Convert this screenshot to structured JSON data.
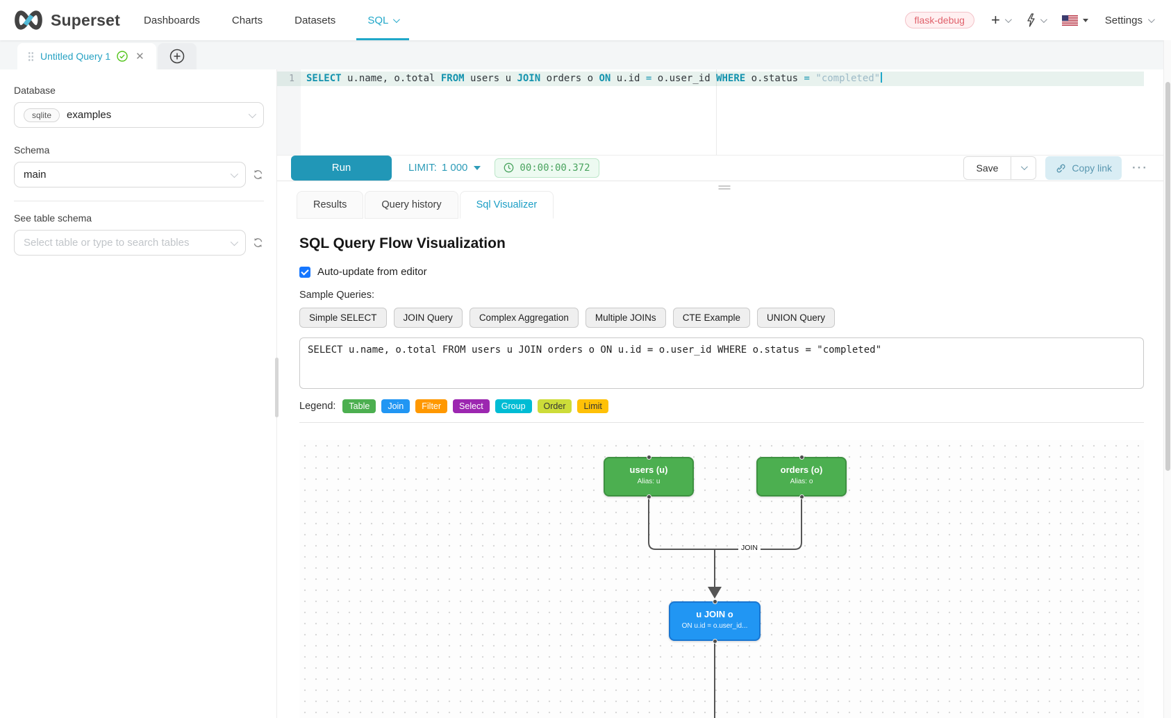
{
  "navbar": {
    "brand": "Superset",
    "items": [
      {
        "label": "Dashboards"
      },
      {
        "label": "Charts"
      },
      {
        "label": "Datasets"
      },
      {
        "label": "SQL",
        "active": true
      }
    ],
    "environment_badge": "flask-debug",
    "settings_label": "Settings"
  },
  "query_tabs": {
    "active_tab_title": "Untitled Query 1"
  },
  "sidebar": {
    "database_label": "Database",
    "database_engine_badge": "sqlite",
    "database_value": "examples",
    "schema_label": "Schema",
    "schema_value": "main",
    "table_section_label": "See table schema",
    "table_placeholder": "Select table or type to search tables"
  },
  "editor": {
    "line_number": "1",
    "tokens": [
      {
        "type": "keyword",
        "text": "SELECT"
      },
      {
        "type": "plain",
        "text": " u.name, o.total "
      },
      {
        "type": "keyword",
        "text": "FROM"
      },
      {
        "type": "plain",
        "text": " users u "
      },
      {
        "type": "keyword",
        "text": "JOIN"
      },
      {
        "type": "plain",
        "text": " orders o "
      },
      {
        "type": "keyword",
        "text": "ON"
      },
      {
        "type": "plain",
        "text": " u.id "
      },
      {
        "type": "operator",
        "text": "="
      },
      {
        "type": "plain",
        "text": " o.user_id "
      },
      {
        "type": "keyword",
        "text": "WHERE"
      },
      {
        "type": "plain",
        "text": " o.status "
      },
      {
        "type": "operator",
        "text": "="
      },
      {
        "type": "plain",
        "text": " "
      },
      {
        "type": "string",
        "text": "\"completed\""
      }
    ]
  },
  "toolbar": {
    "run_label": "Run",
    "limit_label": "LIMIT:",
    "limit_value": "1 000",
    "elapsed_time": "00:00:00.372",
    "save_label": "Save",
    "copy_link_label": "Copy link"
  },
  "south": {
    "tabs": [
      {
        "label": "Results"
      },
      {
        "label": "Query history"
      },
      {
        "label": "Sql Visualizer",
        "active": true
      }
    ]
  },
  "visualizer": {
    "title": "SQL Query Flow Visualization",
    "auto_update_label": "Auto-update from editor",
    "auto_update_checked": true,
    "sample_queries_label": "Sample Queries:",
    "sample_queries": [
      "Simple SELECT",
      "JOIN Query",
      "Complex Aggregation",
      "Multiple JOINs",
      "CTE Example",
      "UNION Query"
    ],
    "query_text": "SELECT u.name, o.total FROM users u JOIN orders o ON u.id = o.user_id WHERE o.status = \"completed\"",
    "legend_label": "Legend:",
    "legend": [
      {
        "label": "Table",
        "color": "#4caf50"
      },
      {
        "label": "Join",
        "color": "#2196f3"
      },
      {
        "label": "Filter",
        "color": "#ff9800"
      },
      {
        "label": "Select",
        "color": "#9c27b0"
      },
      {
        "label": "Group",
        "color": "#00bcd4"
      },
      {
        "label": "Order",
        "color": "#cddc39"
      },
      {
        "label": "Limit",
        "color": "#ffc107"
      }
    ],
    "flow": {
      "nodes": [
        {
          "id": "users",
          "title": "users (u)",
          "subtitle": "Alias: u",
          "color": "#4caf50"
        },
        {
          "id": "orders",
          "title": "orders (o)",
          "subtitle": "Alias: o",
          "color": "#4caf50"
        },
        {
          "id": "join",
          "title": "u JOIN o",
          "subtitle": "ON u.id = o.user_id...",
          "color": "#2196f3"
        }
      ],
      "edge_label": "JOIN"
    }
  }
}
